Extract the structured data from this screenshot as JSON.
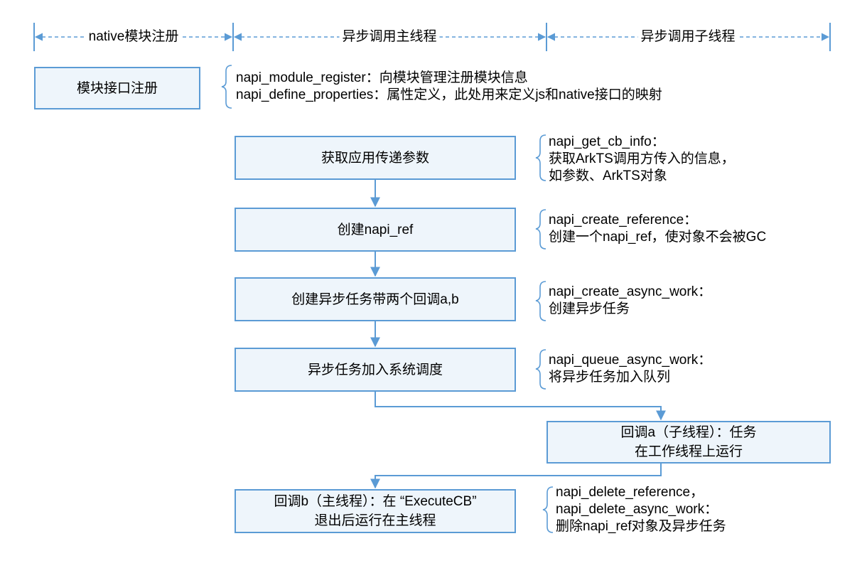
{
  "header": {
    "phase1_label": "native模块注册",
    "phase2_label": "异步调用主线程",
    "phase3_label": "异步调用子线程"
  },
  "register_box": {
    "label": "模块接口注册"
  },
  "register_note": {
    "lines": [
      "napi_module_register：向模块管理注册模块信息",
      "napi_define_properties：属性定义，此处用来定义js和native接口的映射"
    ]
  },
  "steps": [
    {
      "label_lines": [
        "获取应用传递参数"
      ],
      "note_lines": [
        "napi_get_cb_info：",
        "获取ArkTS调用方传入的信息，",
        "如参数、ArkTS对象"
      ]
    },
    {
      "label_lines": [
        "创建napi_ref"
      ],
      "note_lines": [
        "napi_create_reference：",
        "创建一个napi_ref，使对象不会被GC"
      ]
    },
    {
      "label_lines": [
        "创建异步任务带两个回调a,b"
      ],
      "note_lines": [
        "napi_create_async_work：",
        "创建异步任务"
      ]
    },
    {
      "label_lines": [
        "异步任务加入系统调度"
      ],
      "note_lines": [
        "napi_queue_async_work：",
        "将异步任务加入队列"
      ]
    }
  ],
  "callback_a": {
    "label_lines": [
      "回调a（子线程）：任务",
      "在工作线程上运行"
    ]
  },
  "callback_b": {
    "label_lines": [
      "回调b（主线程）：在 “ExecuteCB”",
      "退出后运行在主线程"
    ],
    "note_lines": [
      "napi_delete_reference，",
      "napi_delete_async_work：",
      "删除napi_ref对象及异步任务"
    ]
  },
  "colors": {
    "line": "#5b9bd5",
    "box_fill": "#eef5fb",
    "box_border": "#5b9bd5",
    "text": "#000000"
  }
}
